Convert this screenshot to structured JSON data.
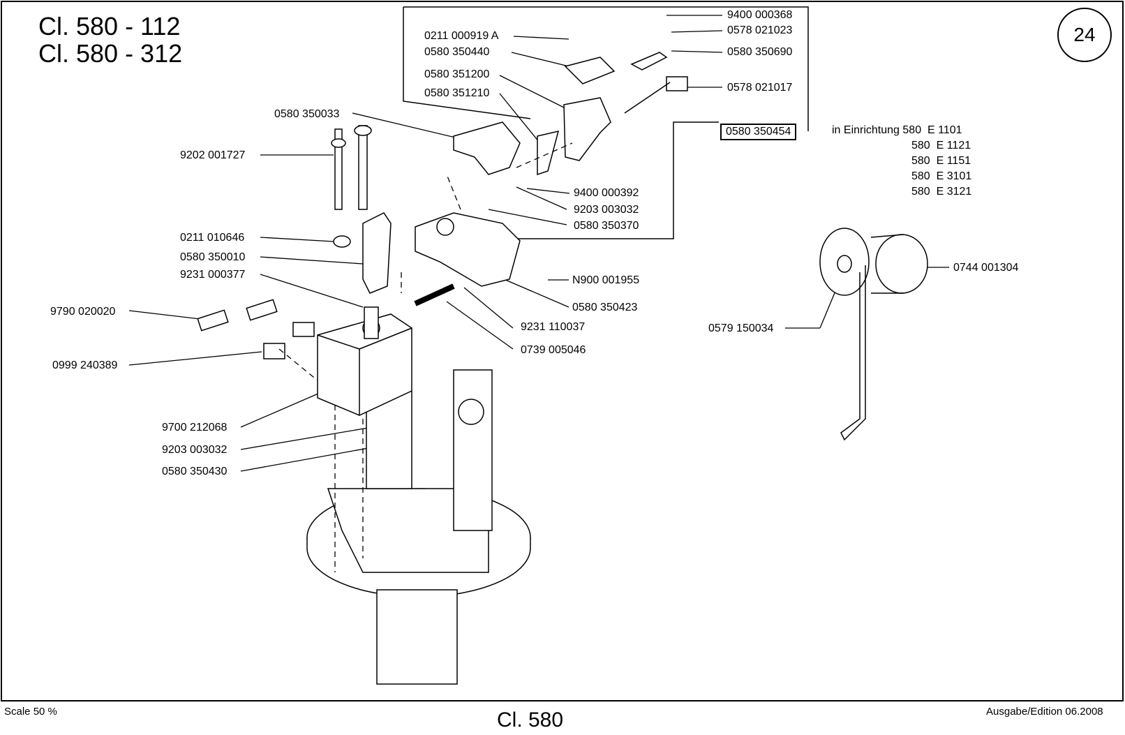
{
  "header": {
    "title_line1": "Cl. 580 - 112",
    "title_line2": "Cl. 580 - 312",
    "page_number": "24"
  },
  "equipment_note": {
    "line1": "in Einrichtung 580",
    "codes": [
      "E 1101",
      "E 1121",
      "E 1151",
      "E 3101",
      "E 3121"
    ],
    "prefix": "580"
  },
  "part_labels": [
    "0211 000919 A",
    "0580 350440",
    "0580 351200",
    "0580 351210",
    "0580 350033",
    "9202 001727",
    "0211 010646",
    "0580 350010",
    "9231 000377",
    "9790 020020",
    "0999 240389",
    "9700 212068",
    "9203 003032",
    "0580 350430",
    "9400 000368",
    "0578 021023",
    "0580 350690",
    "0578 021017",
    "0580 350454",
    "9400 000392",
    "9203 003032",
    "0580 350370",
    "N900 001955",
    "0580 350423",
    "9231 110037",
    "0739 005046",
    "0744 001304",
    "0579 150034"
  ],
  "footer": {
    "scale": "Scale 50 %",
    "center": "Cl. 580",
    "edition": "Ausgabe/Edition 06.2008"
  }
}
